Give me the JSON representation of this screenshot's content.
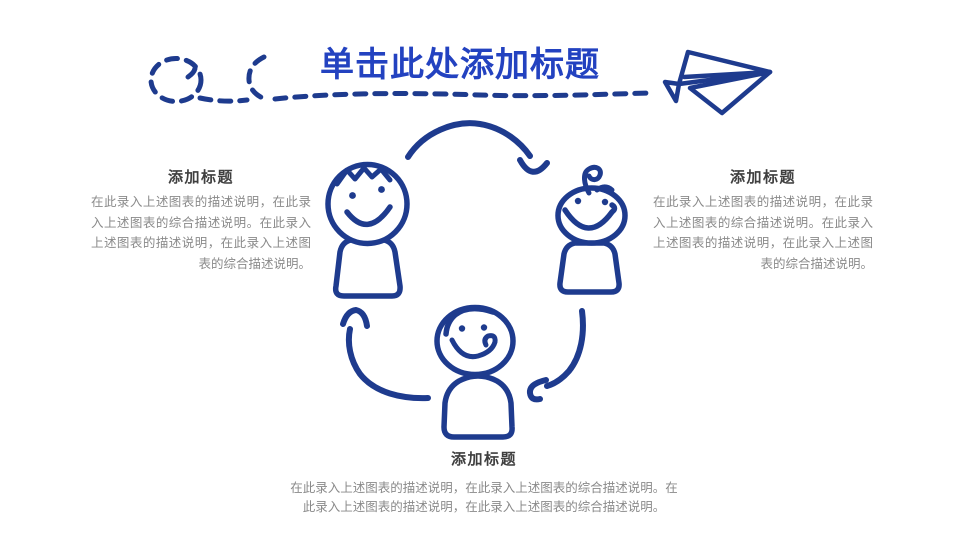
{
  "title": {
    "text": "单击此处添加标题",
    "role": "title-placeholder"
  },
  "decoration": {
    "flight_path_icon": "dashed-flight-path-doodle",
    "plane_icon": "paper-plane-outline"
  },
  "diagram": {
    "type": "cycle",
    "nodes": [
      {
        "id": "left",
        "icon": "child-figure-boy"
      },
      {
        "id": "right",
        "icon": "child-figure-curl-hair"
      },
      {
        "id": "bottom",
        "icon": "child-figure-swept-hair"
      }
    ],
    "arrows": [
      {
        "id": "top",
        "from": "left",
        "to": "right",
        "icon": "curved-arrow"
      },
      {
        "id": "right",
        "from": "right",
        "to": "bottom",
        "icon": "curved-arrow"
      },
      {
        "id": "left",
        "from": "bottom",
        "to": "left",
        "icon": "curved-arrow"
      }
    ]
  },
  "blocks": {
    "left": {
      "heading": "添加标题",
      "body": "在此录入上述图表的描述说明，在此录入上述图表的综合描述说明。在此录入上述图表的描述说明，在此录入上述图表的综合描述说明。"
    },
    "right": {
      "heading": "添加标题",
      "body": "在此录入上述图表的描述说明，在此录入上述图表的综合描述说明。在此录入上述图表的描述说明，在此录入上述图表的综合描述说明。"
    },
    "bottom": {
      "heading": "添加标题",
      "body": "在此录入上述图表的描述说明，在此录入上述图表的综合描述说明。在此录入上述图表的描述说明，在此录入上述图表的综合描述说明。"
    }
  },
  "colors": {
    "background": "#FFFFFF",
    "title_blue": "#2342C0",
    "drawing_navy": "#1E3B8E",
    "heading_gray": "#3F3F3F",
    "body_gray": "#8A8A8A"
  }
}
